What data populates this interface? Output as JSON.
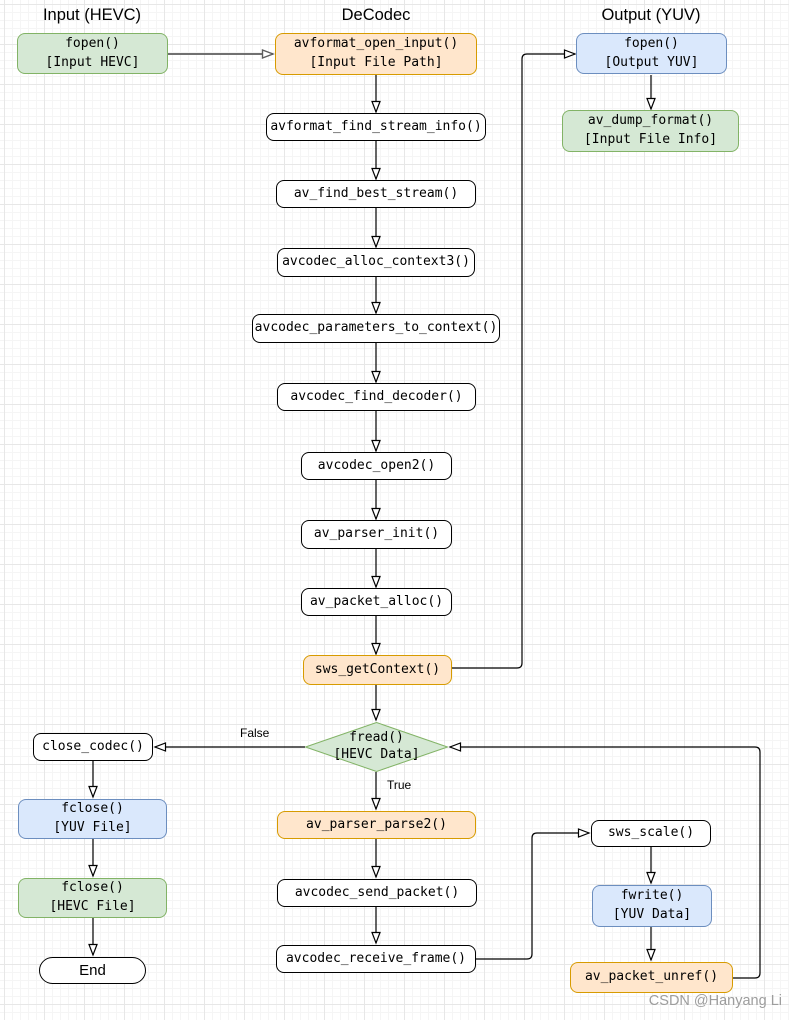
{
  "columns": {
    "input": "Input (HEVC)",
    "decodec": "DeCodec",
    "output": "Output (YUV)"
  },
  "nodes": {
    "fopen_input": "fopen()\n[Input HEVC]",
    "avformat_open_input": "avformat_open_input()\n[Input File Path]",
    "fopen_output": "fopen()\n[Output YUV]",
    "av_dump_format": "av_dump_format()\n[Input File Info]",
    "avformat_find_stream_info": "avformat_find_stream_info()",
    "av_find_best_stream": "av_find_best_stream()",
    "avcodec_alloc_context3": "avcodec_alloc_context3()",
    "avcodec_parameters_to_context": "avcodec_parameters_to_context()",
    "avcodec_find_decoder": "avcodec_find_decoder()",
    "avcodec_open2": "avcodec_open2()",
    "av_parser_init": "av_parser_init()",
    "av_packet_alloc": "av_packet_alloc()",
    "sws_getContext": "sws_getContext()",
    "fread": "fread()\n[HEVC Data]",
    "close_codec": "close_codec()",
    "fclose_yuv": "fclose()\n[YUV File]",
    "fclose_hevc": "fclose()\n[HEVC File]",
    "end": "End",
    "av_parser_parse2": "av_parser_parse2()",
    "avcodec_send_packet": "avcodec_send_packet()",
    "avcodec_receive_frame": "avcodec_receive_frame()",
    "sws_scale": "sws_scale()",
    "fwrite": "fwrite()\n[YUV Data]",
    "av_packet_unref": "av_packet_unref()"
  },
  "edge_labels": {
    "false_label": "False",
    "true_label": "True"
  },
  "colors": {
    "green_fill": "#d5e8d4",
    "green_border": "#82b366",
    "orange_fill": "#ffe6cc",
    "orange_border": "#d79b00",
    "blue_fill": "#dae8fc",
    "blue_border": "#6c8ebf",
    "node_border": "#000000",
    "edge": "#000000",
    "watermark_text_color": "#9d9d9d"
  },
  "watermark": "CSDN @Hanyang Li"
}
